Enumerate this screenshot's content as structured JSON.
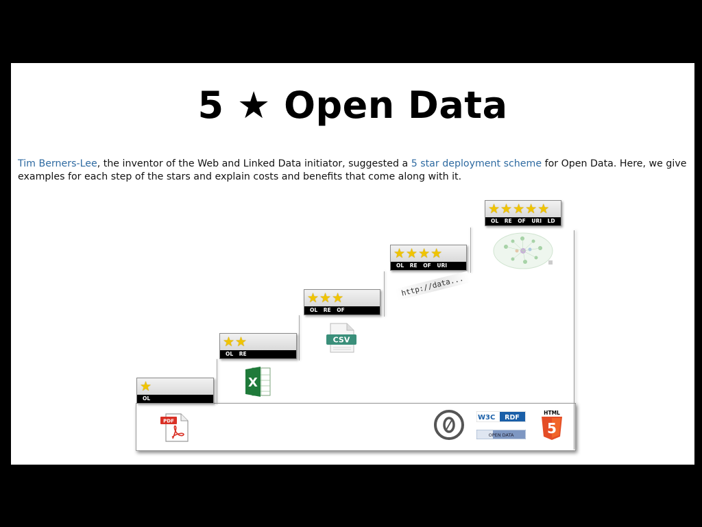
{
  "slide": {
    "title": "5 ★ Open Data",
    "intro": {
      "link_author": "Tim Berners-Lee",
      "text_1": ", the inventor of the Web and Linked Data initiator, suggested a ",
      "link_scheme": "5 star deployment scheme",
      "text_2": " for Open Data. Here, we give examples for each step of the stars and explain costs and benefits that come along with it."
    }
  },
  "steps": [
    {
      "stars": 1,
      "codes": "OL"
    },
    {
      "stars": 2,
      "codes": "OL RE"
    },
    {
      "stars": 3,
      "codes": "OL RE OF"
    },
    {
      "stars": 4,
      "codes": "OL RE OF URI"
    },
    {
      "stars": 5,
      "codes": "OL RE OF URI LD"
    }
  ],
  "icons": {
    "pdf": "PDF",
    "csv": "CSV",
    "url": "http://data...",
    "w3c_rdf_left": "W3C",
    "w3c_rdf_right": "RDF",
    "open_data": "OPEN DATA",
    "html5": "HTML",
    "html5_digit": "5"
  },
  "colors": {
    "link": "#2e6aa1",
    "star": "#f0c400",
    "excel_green": "#1f7a3a",
    "pdf_red": "#d93025",
    "html5_orange": "#e44d26"
  }
}
